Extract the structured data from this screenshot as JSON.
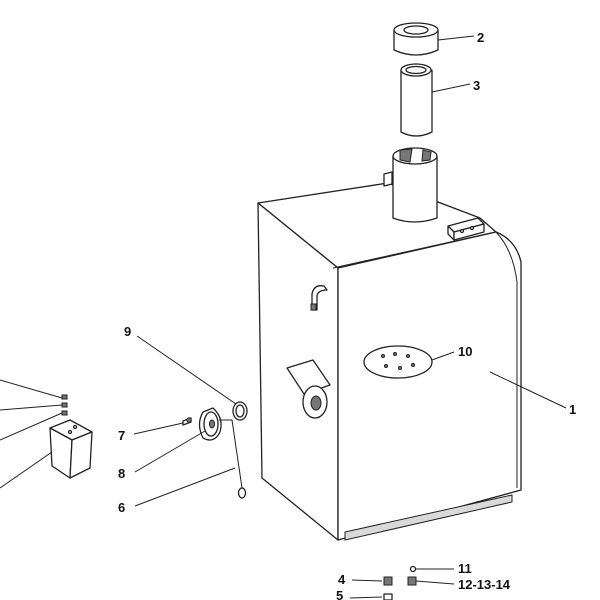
{
  "diagram": {
    "callouts": {
      "c1": "1",
      "c2": "2",
      "c3": "3",
      "c4": "4",
      "c5": "5",
      "c6": "6",
      "c7": "7",
      "c8": "8",
      "c9": "9",
      "c10": "10",
      "c11": "11",
      "c12": "12-13-14"
    }
  }
}
